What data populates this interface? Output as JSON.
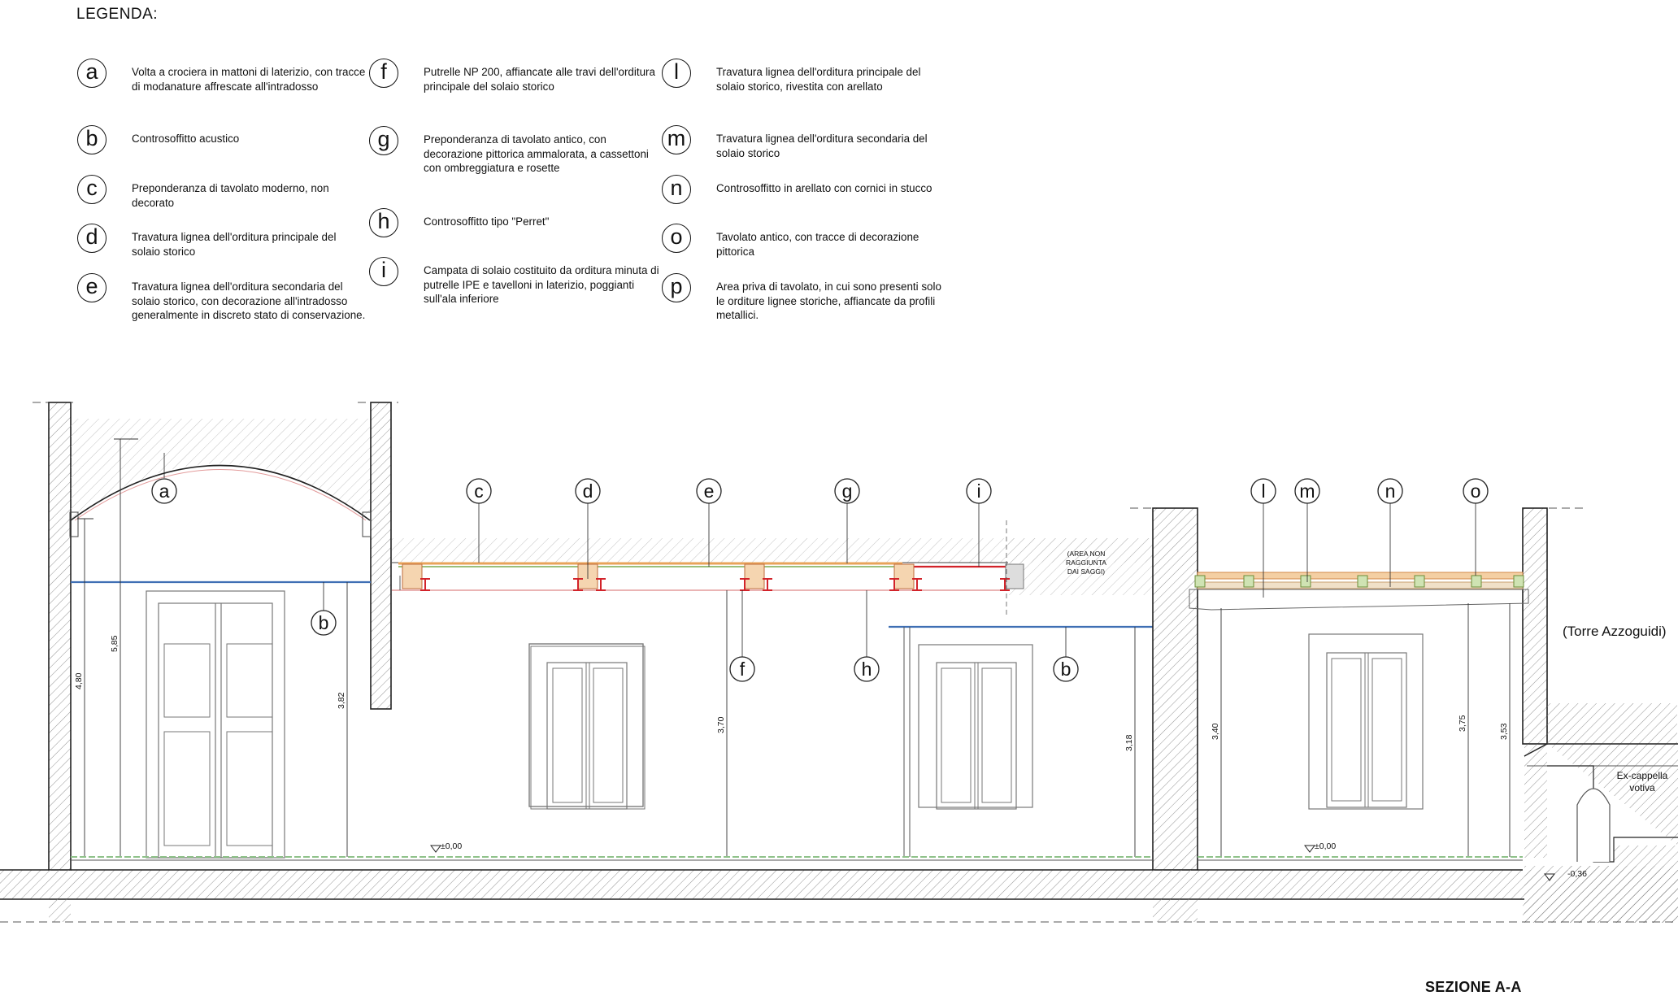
{
  "legend": {
    "title": "LEGENDA:",
    "items": [
      {
        "letter": "a",
        "text": "Volta a crociera in mattoni di laterizio, con tracce di modanature affrescate all'intradosso"
      },
      {
        "letter": "b",
        "text": "Controsoffitto acustico"
      },
      {
        "letter": "c",
        "text": "Preponderanza di tavolato moderno, non decorato"
      },
      {
        "letter": "d",
        "text": "Travatura lignea dell'orditura principale del solaio storico"
      },
      {
        "letter": "e",
        "text": "Travatura lignea dell'orditura secondaria del solaio storico, con decorazione all'intradosso generalmente in discreto stato di conservazione."
      },
      {
        "letter": "f",
        "text": "Putrelle NP 200, affiancate alle travi dell'orditura principale  del solaio storico"
      },
      {
        "letter": "g",
        "text": "Preponderanza di tavolato antico, con decorazione pittorica ammalorata, a cassettoni con ombreggiatura e rosette"
      },
      {
        "letter": "h",
        "text": "Controsoffitto tipo \"Perret\""
      },
      {
        "letter": "i",
        "text": "Campata di solaio costituito da orditura minuta di putrelle IPE e tavelloni in laterizio, poggianti sull'ala inferiore"
      },
      {
        "letter": "l",
        "text": "Travatura lignea dell'orditura principale del solaio storico, rivestita con arellato"
      },
      {
        "letter": "m",
        "text": "Travatura lignea dell'orditura secondaria del solaio storico"
      },
      {
        "letter": "n",
        "text": "Controsoffitto in arellato con cornici in stucco"
      },
      {
        "letter": "o",
        "text": "Tavolato antico, con tracce di decorazione pittorica"
      },
      {
        "letter": "p",
        "text": "Area priva di tavolato, in cui sono presenti solo le orditure lignee storiche, affiancate da profili metallici."
      }
    ]
  },
  "section": {
    "title": "SEZIONE A-A",
    "callouts": {
      "a": "a",
      "b1": "b",
      "c": "c",
      "d": "d",
      "e": "e",
      "g": "g",
      "i": "i",
      "f": "f",
      "h": "h",
      "b2": "b",
      "l": "l",
      "m": "m",
      "n": "n",
      "o": "o"
    },
    "dimensions": {
      "d585": "5,85",
      "d480": "4,80",
      "d382": "3,82",
      "d370": "3,70",
      "d318": "3,18",
      "d340": "3,40",
      "d375": "3,75",
      "d353": "3,53"
    },
    "levels": {
      "level1": "±0,00",
      "level2": "±0,00",
      "level3": "-0,36"
    },
    "area_note": [
      "(AREA NON",
      "RAGGIUNTA",
      "DAI SAGGI)"
    ],
    "torre_label": "(Torre Azzoguidi)",
    "cappella_label": [
      "Ex-cappella",
      "votiva"
    ]
  },
  "colors": {
    "ceiling_blue": "#3f6fb4",
    "beam_orange": "#e8a35a",
    "steel_red": "#d2232a",
    "floor_green": "#8fc28a",
    "hatch_gray": "#9a9a9a"
  }
}
